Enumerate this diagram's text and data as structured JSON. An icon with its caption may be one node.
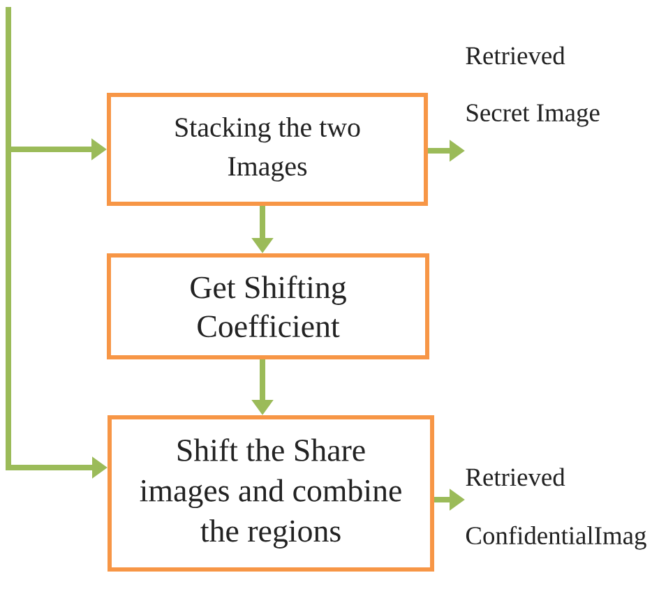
{
  "diagram": {
    "nodes": [
      {
        "text": [
          "Stacking the two Images"
        ]
      },
      {
        "text": [
          "Get Shifting Coefficient"
        ]
      },
      {
        "text": [
          "Shift the Share images and combine the regions"
        ]
      },
      {
        "text": [
          "Retrieved Secret Image"
        ]
      },
      {
        "text": [
          "Retrieved ConfidentialImag"
        ]
      }
    ],
    "edges": [
      {
        "from": null,
        "to": 0,
        "arrow": "to"
      },
      {
        "from": null,
        "to": 2,
        "arrow": "to"
      },
      {
        "from": 0,
        "to": 1,
        "arrow": "to"
      },
      {
        "from": 1,
        "to": 2,
        "arrow": "to"
      },
      {
        "from": 0,
        "to": 3,
        "arrow": "to"
      },
      {
        "from": 2,
        "to": 4,
        "arrow": "to"
      }
    ]
  }
}
